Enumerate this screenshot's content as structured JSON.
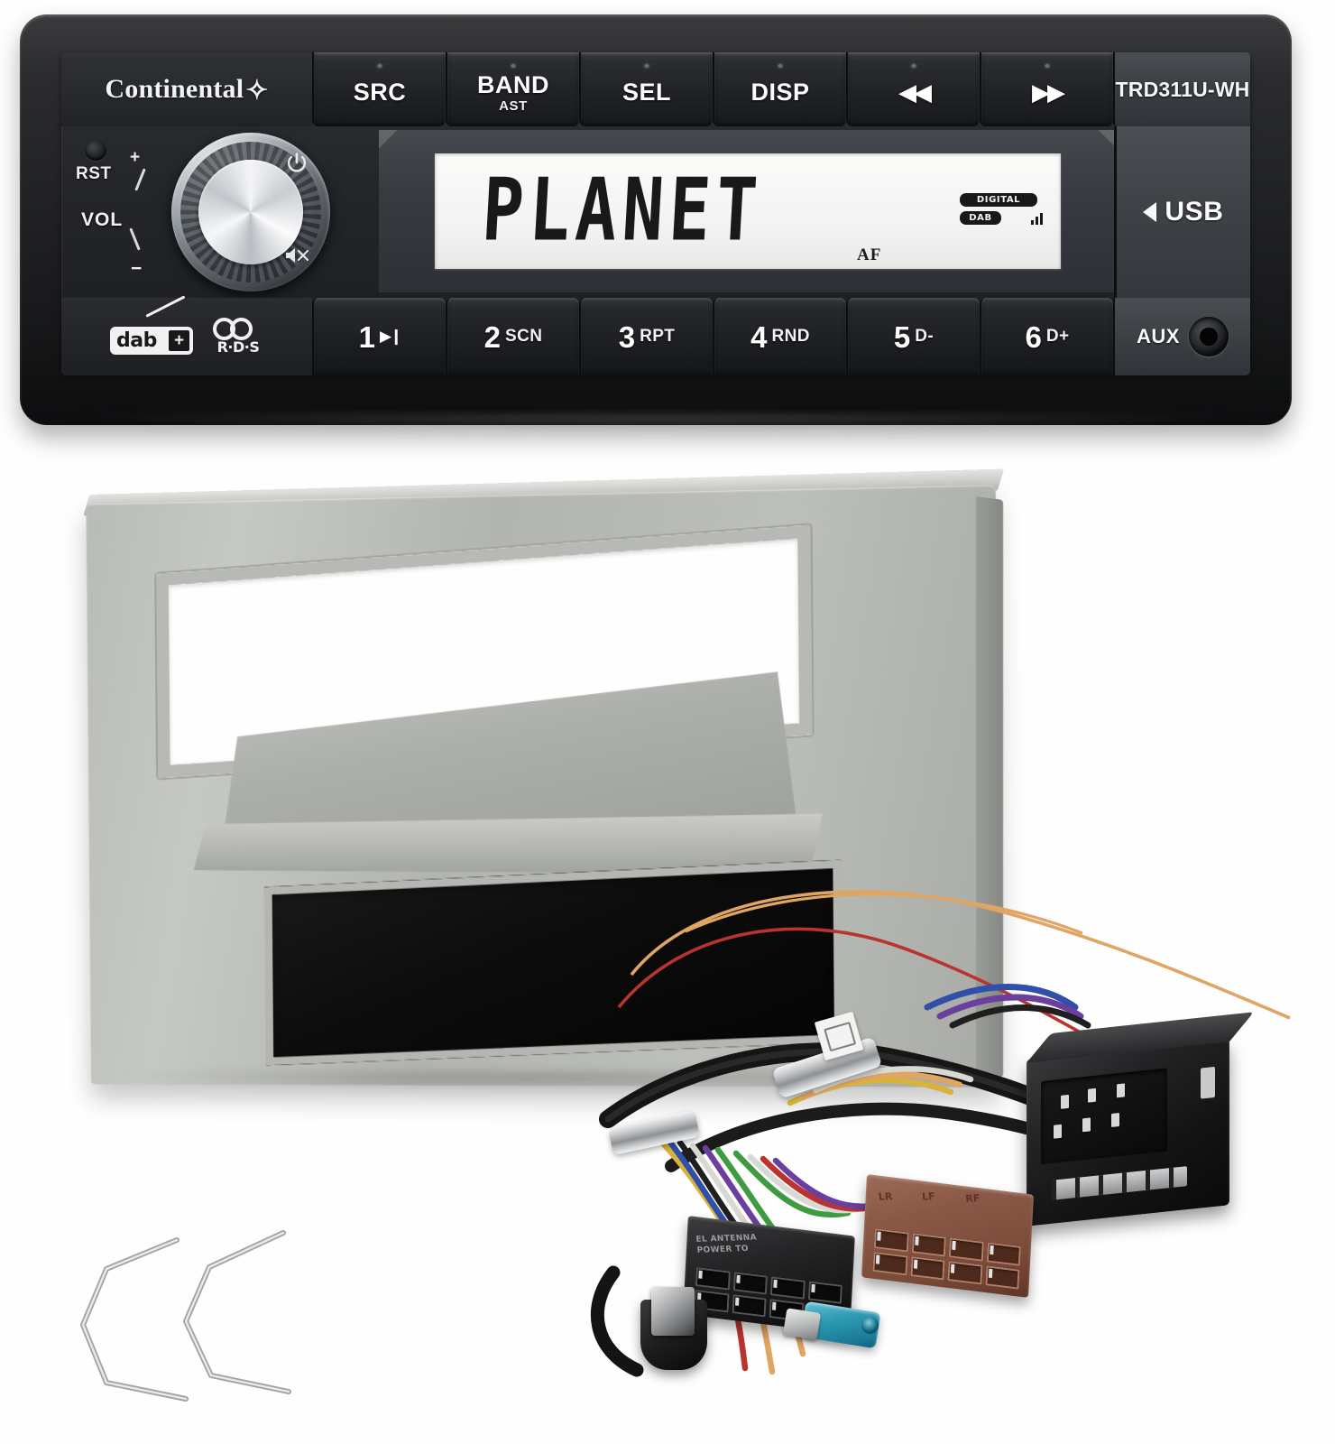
{
  "product": {
    "radio": {
      "brand": "Continental",
      "model": "TRD311U-WH",
      "top_buttons": [
        {
          "label": "SRC",
          "sub": "",
          "glyph": ""
        },
        {
          "label": "BAND",
          "sub": "AST",
          "glyph": ""
        },
        {
          "label": "SEL",
          "sub": "",
          "glyph": ""
        },
        {
          "label": "DISP",
          "sub": "",
          "glyph": ""
        },
        {
          "label": "",
          "sub": "",
          "glyph": "◀◀"
        },
        {
          "label": "",
          "sub": "",
          "glyph": "▶▶"
        }
      ],
      "knob": {
        "reset_label": "RST",
        "volume_label": "VOL",
        "plus_label": "+",
        "minus_label": "−",
        "power_icon": "power-icon",
        "mute_icon": "mute-icon"
      },
      "display": {
        "text": "PLANET",
        "badge_digital": "DIGITAL",
        "badge_dab": "DAB",
        "indicator_af": "AF",
        "signal_icon": "signal-bars-icon"
      },
      "usb": {
        "label": "USB",
        "arrow_icon": "left-triangle-icon"
      },
      "logos": {
        "dab_word": "dab",
        "dab_plus": "+",
        "rds_word": "R·D·S"
      },
      "presets": [
        {
          "num": "1",
          "fn": "",
          "glyph": "▶❙"
        },
        {
          "num": "2",
          "fn": "SCN",
          "glyph": ""
        },
        {
          "num": "3",
          "fn": "RPT",
          "glyph": ""
        },
        {
          "num": "4",
          "fn": "RND",
          "glyph": ""
        },
        {
          "num": "5",
          "fn": "D-",
          "glyph": ""
        },
        {
          "num": "6",
          "fn": "D+",
          "glyph": ""
        }
      ],
      "aux": {
        "label": "AUX",
        "jack_icon": "aux-jack-icon"
      },
      "colors": {
        "bezel": "#1b1d20",
        "button_face": "#24262a",
        "lcd_background": "#f5f5f4",
        "lcd_text": "#18191a",
        "accent_metal": "#d8dade"
      }
    },
    "fascia": {
      "name": "single-din-fascia-panel",
      "colors": {
        "panel": "#b9bbb7",
        "pocket": "#0a0a0a"
      }
    },
    "removal_keys": {
      "name": "radio-removal-keys",
      "count": "2"
    },
    "harness": {
      "quadlock_connector": "quadlock-connector",
      "iso_power_connector": "iso-power-connector",
      "iso_power_label_line1": "EL ANTENNA",
      "iso_power_label_line2": "POWER TO",
      "iso_speaker_connector": "iso-speaker-connector",
      "speaker_labels": [
        "LR",
        "LF",
        "RF"
      ],
      "antenna_din_plug": "din-antenna-plug",
      "antenna_fakra_plug": "fakra-antenna-plug",
      "wire_colors": [
        "#b9332f",
        "#e0a463",
        "#1f1f1f",
        "#2f4fa8",
        "#3f9a42",
        "#d9d9d4",
        "#6b3f9e",
        "#d8b23a"
      ]
    }
  }
}
